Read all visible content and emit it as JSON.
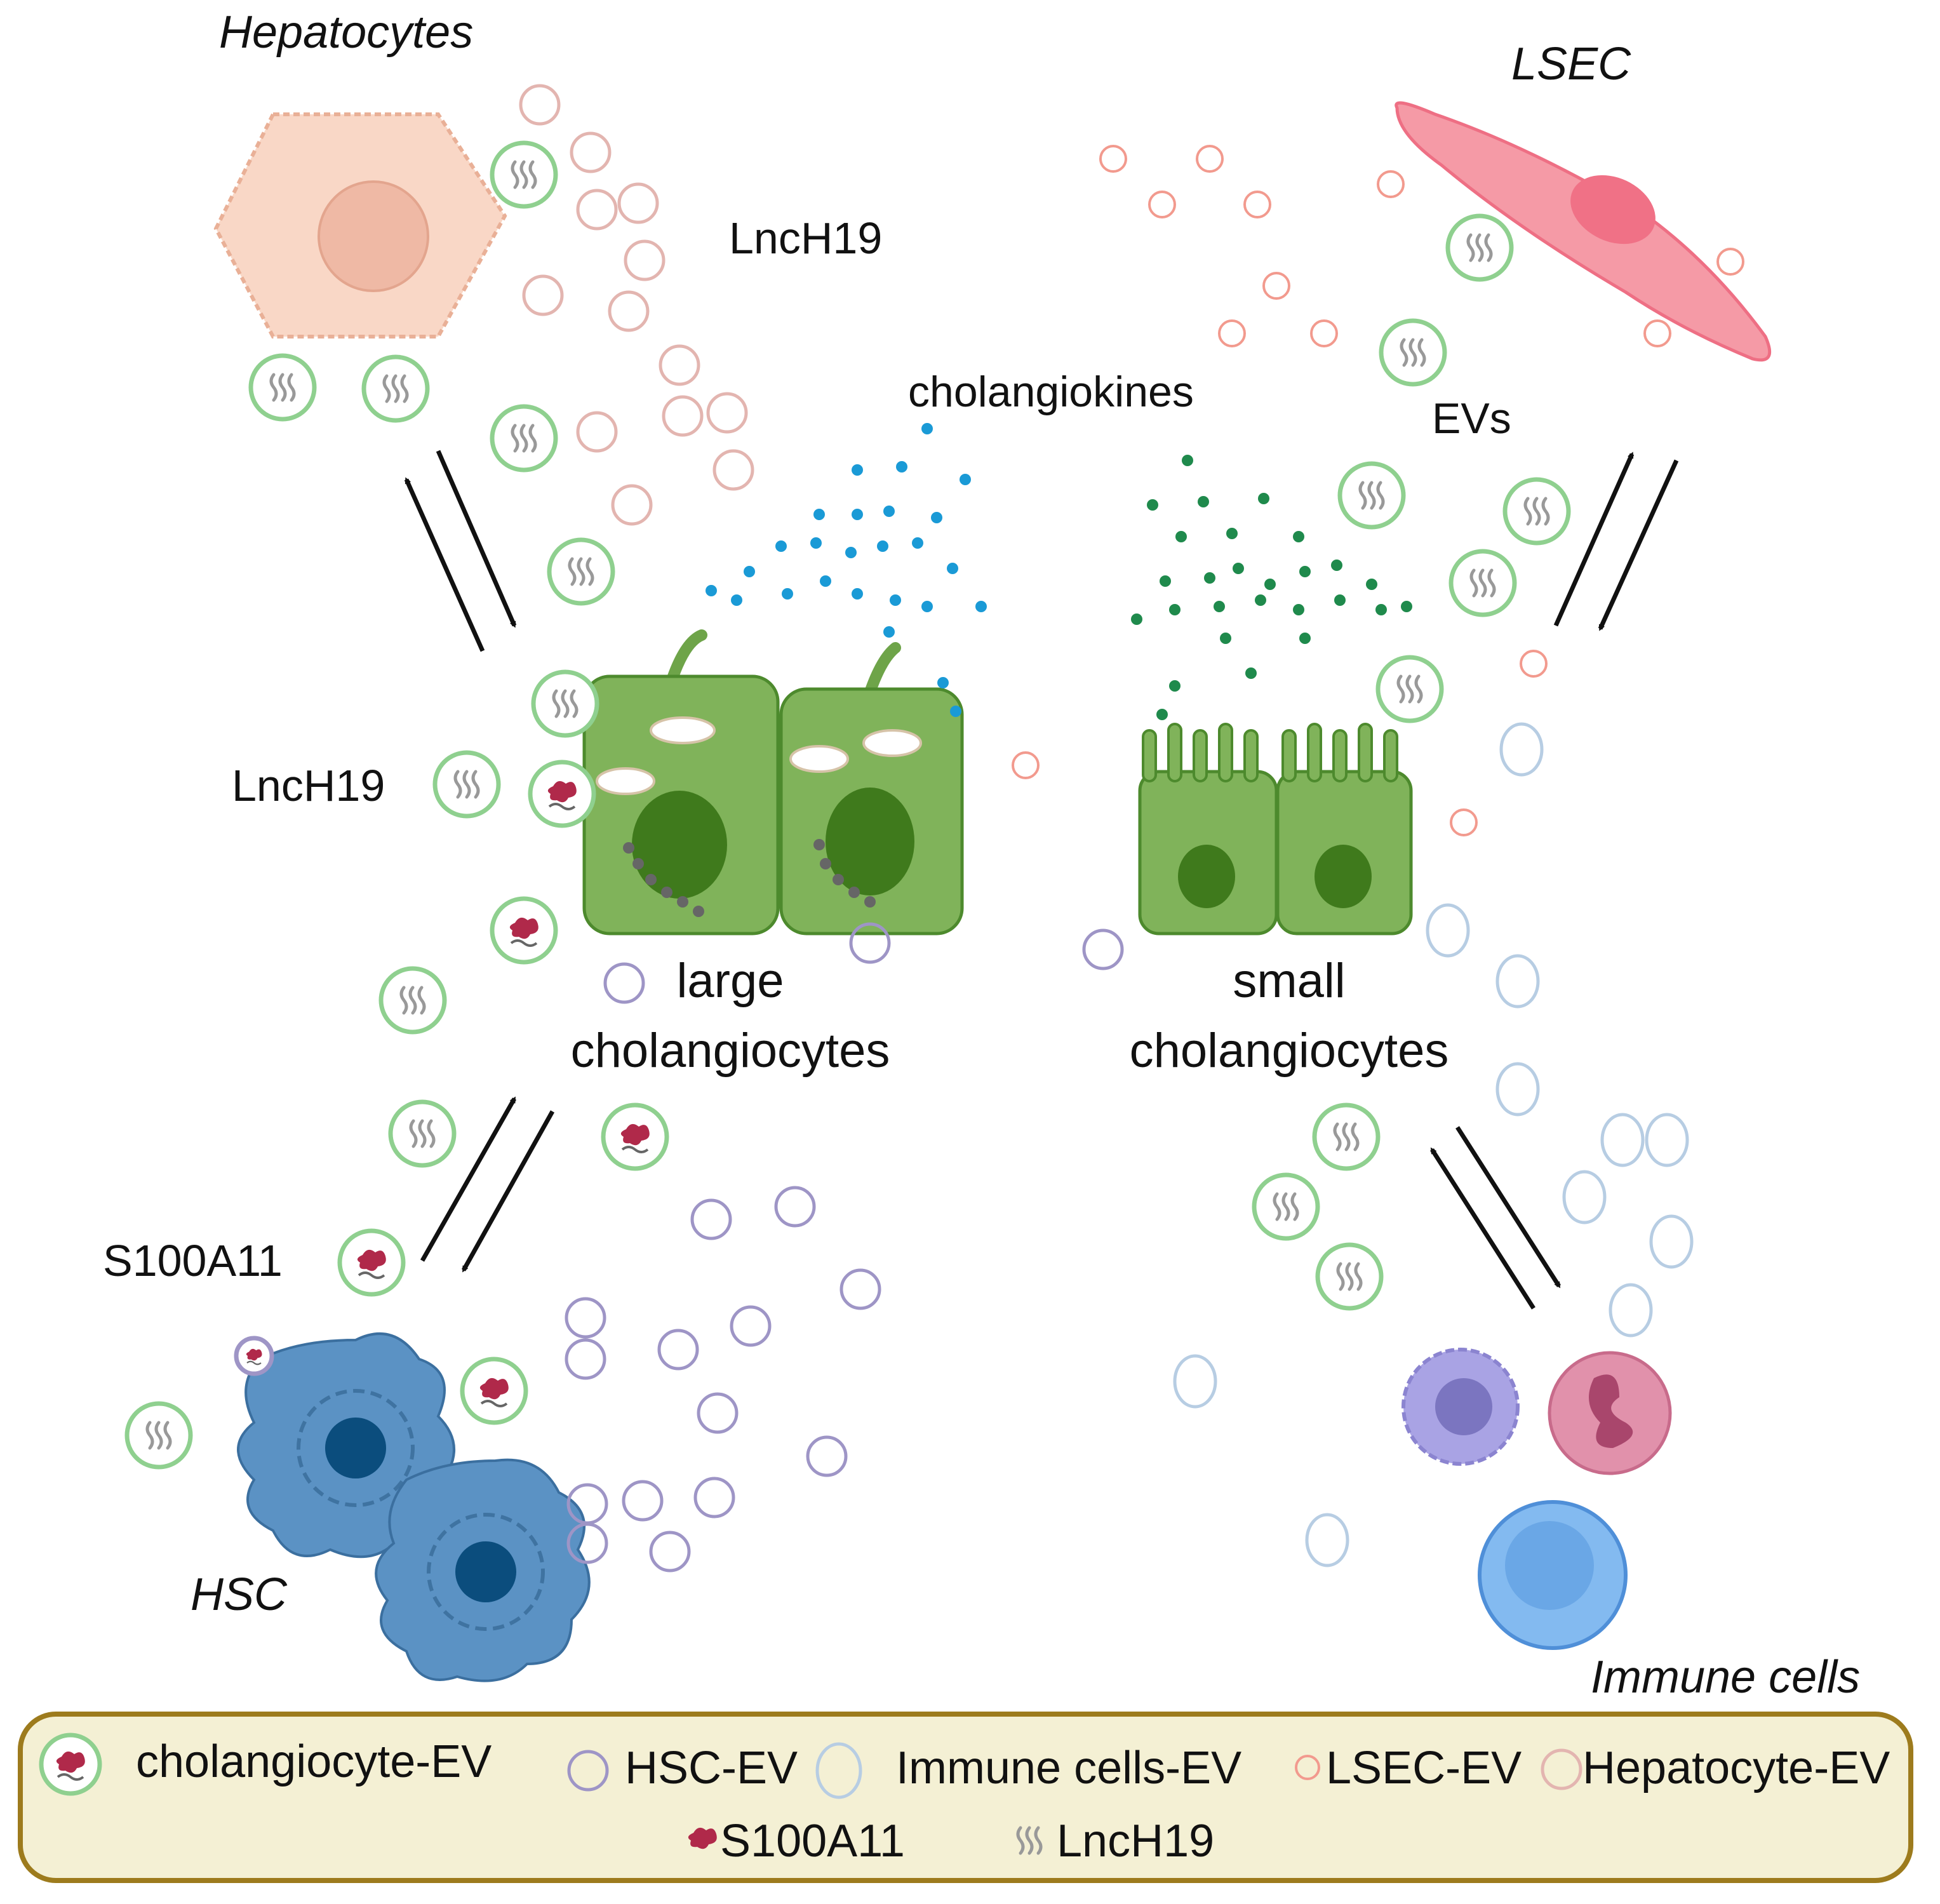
{
  "cells": {
    "hepatocytes": "Hepatocytes",
    "lsec": "LSEC",
    "hsc": "HSC",
    "immune": "Immune cells",
    "large_l1": "large",
    "large_l2": "cholangiocytes",
    "small_l1": "small",
    "small_l2": "cholangiocytes"
  },
  "annotations": {
    "lnch19_top": "LncH19",
    "lnch19_left": "LncH19",
    "s100a11_left": "S100A11",
    "cholangiokines": "cholangiokines",
    "evs": "EVs"
  },
  "legend": {
    "cholangiocyte_ev": "cholangiocyte-EV",
    "hsc_ev": "HSC-EV",
    "immune_ev": "Immune cells-EV",
    "lsec_ev": "LSEC-EV",
    "hepatocyte_ev": "Hepatocyte-EV",
    "s100a11": "S100A11",
    "lnch19": "LncH19"
  },
  "colors": {
    "cholangiocyte_ev": "#8fd08f",
    "hsc_ev": "#9e95c6",
    "immune_ev": "#b7cde3",
    "lsec_ev": "#f29a8e",
    "hepatocyte_ev": "#e3b5b0",
    "cholangiocyte_cell": "#7fb35a",
    "hsc_cell": "#5b92c4",
    "lsec_cell": "#f59aa6",
    "hepatocyte_cell": "#f9d7c6",
    "cholangiokines_large": "#1a9ad6",
    "cholangiokines_small": "#1f8a4c",
    "s100a11": "#b0294a"
  }
}
